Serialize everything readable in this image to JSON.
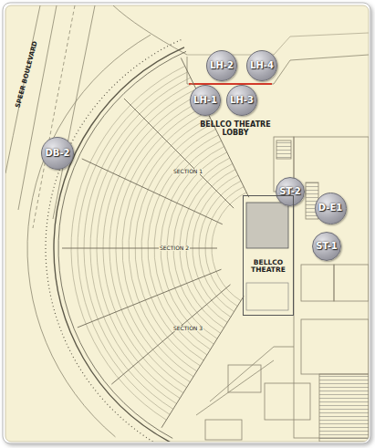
{
  "diagram": {
    "nodes": [
      {
        "text": [
          "LH-2"
        ]
      },
      {
        "text": [
          "LH-4"
        ]
      },
      {
        "text": [
          "LH-1"
        ]
      },
      {
        "text": [
          "LH-3"
        ]
      },
      {
        "text": [
          "DB-2"
        ]
      },
      {
        "text": [
          "ST-2"
        ]
      },
      {
        "text": [
          "D-E1"
        ]
      },
      {
        "text": [
          "BELLCO THEATRE"
        ]
      },
      {
        "text": [
          "ST-1"
        ]
      }
    ],
    "labels": [
      "SPEER BOULEVARD",
      "BELLCO THEATRE LOBBY",
      "SECTION 1",
      "SECTION 2",
      "SECTION 3"
    ]
  }
}
